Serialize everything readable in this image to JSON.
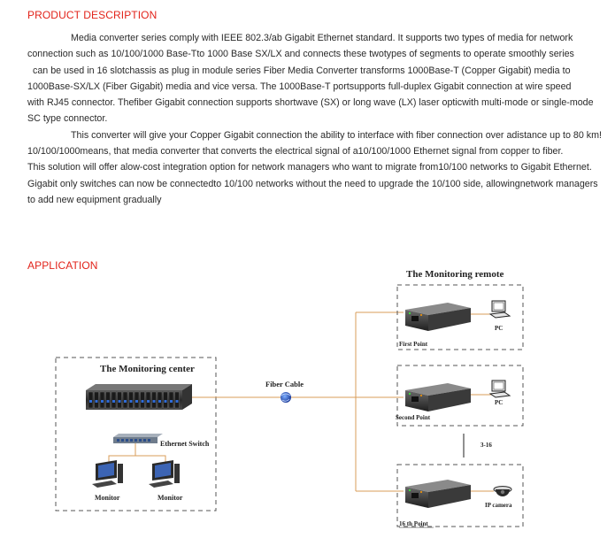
{
  "accent_color": "#e2231a",
  "product": {
    "heading": "PRODUCT DESCRIPTION",
    "paragraph1_lines": [
      "Media converter series comply with IEEE 802.3/ab Gigabit Ethernet standard. It supports two types of media for network",
      "connection such as 10/100/1000 Base-Tto 1000 Base SX/LX and connects these twotypes of segments to operate smoothly series",
      "can be used in 16 slotchassis as plug in module series Fiber Media Converter transforms 1000Base-T (Copper Gigabit) media to",
      "1000Base-SX/LX (Fiber Gigabit) media and vice versa. The 1000Base-T portsupports full-duplex Gigabit connection at wire speed",
      "with RJ45 connector. Thefiber Gigabit connection supports shortwave (SX) or long wave (LX) laser opticwith multi-mode or single-mode",
      "SC type connector."
    ],
    "paragraph2_lines": [
      "This converter will give your Copper Gigabit connection the ability to interface with fiber connection over adistance up to 80 km!",
      "10/100/1000means, that media converter that converts the electrical signal of a10/100/1000 Ethernet signal from copper to fiber.",
      "This solution will offer alow-cost integration option for network managers who want to migrate from10/100 networks to Gigabit Ethernet.",
      "Gigabit only switches can now be connectedto 10/100 networks without the need to upgrade the 10/100 side, allowingnetwork managers",
      "to add new equipment gradually"
    ]
  },
  "application": {
    "heading": "APPLICATION",
    "diagram": {
      "monitoring_center_title": "The Monitoring center",
      "monitoring_remote_title": "The Monitoring remote",
      "fiber_cable_label": "Fiber Cable",
      "ethernet_switch_label": "Ethernet Switch",
      "monitor_labels": [
        "Monitor",
        "Monitor"
      ],
      "point_labels": [
        "First Point",
        "Second Point",
        "16 th Point"
      ],
      "pc_labels": [
        "PC",
        "PC"
      ],
      "range_label": "3-16",
      "ip_camera_label": "IP camera"
    }
  }
}
